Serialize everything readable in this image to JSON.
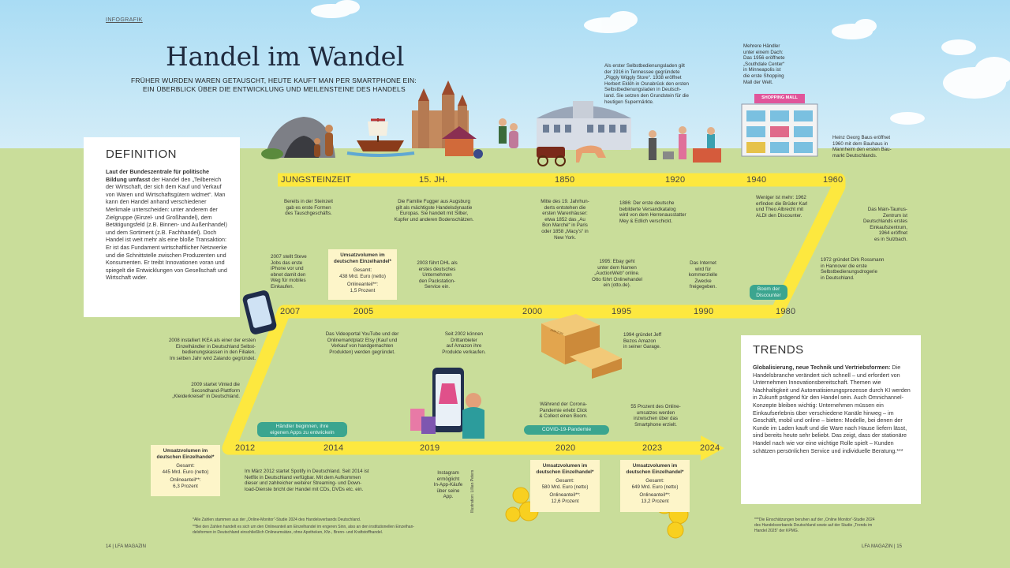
{
  "tag": "INFOGRAFIK",
  "title": "Handel im Wandel",
  "subtitle_1": "FRÜHER WURDEN WAREN GETAUSCHT, HEUTE KAUFT MAN PER SMARTPHONE EIN:",
  "subtitle_2": "EIN ÜBERBLICK ÜBER DIE ENTWICKLUNG UND MEILENSTEINE DES HANDELS",
  "definition": {
    "heading": "DEFINITION",
    "bold": "Laut der Bundeszentrale für politische Bildung umfasst",
    "text": " der Handel den „Teilbereich der Wirtschaft, der sich dem Kauf und Verkauf von Waren und Wirtschaftsgütern widmet“. Man kann den Handel anhand verschiedener Merkmale unterscheiden: unter anderem der Zielgruppe (Einzel- und Großhandel), dem Betätigungsfeld (z.B. Binnen- und Außenhandel) und dem Sortiment (z.B. Fachhandel). Doch Handel ist weit mehr als eine bloße Transaktion: Er ist das Fundament wirtschaftlicher Netzwerke und die Schnittstelle zwischen Produzenten und Konsumenten. Er treibt Innovationen voran und spiegelt die Entwicklungen von Gesellschaft und Wirtschaft wider."
  },
  "trends": {
    "heading": "TRENDS",
    "bold": "Globalisierung, neue Technik und Vertriebsformen:",
    "text": " Die Handelsbranche verändert sich schnell – und erfordert von Unternehmen Innovationsbereitschaft. Themen wie Nachhaltigkeit und Automatisierungsprozesse durch KI werden in Zukunft prägend für den Handel sein. Auch Omnichannel-Konzepte bleiben wichtig: Unternehmen müssen ein Einkaufserlebnis über verschiedene Kanäle hinweg – im Geschäft, mobil und online – bieten: Modelle, bei denen der Kunde im Laden kauft und die Ware nach Hause liefern lässt, sind bereits heute sehr beliebt. Das zeigt, dass der stationäre Handel nach wie vor eine wichtige Rolle spielt – Kunden schätzen persönlichen Service und individuelle Beratung.***"
  },
  "years_row1": [
    "JUNGSTEINZEIT",
    "15. JH.",
    "1850",
    "1920",
    "1940",
    "1960"
  ],
  "years_row2": [
    "2007",
    "2005",
    "2000",
    "1995",
    "1990",
    "1980"
  ],
  "years_row3": [
    "2012",
    "2014",
    "2019",
    "2020",
    "2023",
    "2024"
  ],
  "shop_sign": "SHOPPING MALL",
  "box_sign": "AMAZON",
  "notes": {
    "steinzeit": [
      "Bereits in der Steinzeit",
      "gab es erste Formen",
      "des Tauschgeschäfts."
    ],
    "fugger": [
      "Die Familie Fugger aus Augsburg",
      "gilt als mächtigste Handelsdynastie",
      "Europas. Sie handelt mit Silber,",
      "Kupfer und anderen Bodenschätzen."
    ],
    "warenhaeuser": [
      "Mitte des 19. Jahrhun-",
      "derts entstehen die",
      "ersten Warenhäuser:",
      "etwa 1852 das „Au",
      "Bon Marché“ in Paris",
      "oder 1858 „Macy’s“ in",
      "New York."
    ],
    "katalog": [
      "1886: Der erste deutsche",
      "bebilderte Versandkatalog",
      "wird von dem Herrenausstatter",
      "Mey & Edlich verschickt."
    ],
    "selbstbedienung": [
      "Als erster Selbstbedienungsladen gilt",
      "der 1916 in Tennessee gegründete",
      "„Piggly Wiggly Store“. 1938 eröffnet",
      "Herbert Eklöh in Osnabrück den ersten",
      "Selbstbedienungsladen in Deutsch-",
      "land. Sie setzen den Grundstein für die",
      "heutigen Supermärkte."
    ],
    "mall": [
      "Mehrere Händler",
      "unter einem Dach:",
      "Das 1956 eröffnete",
      "„Southdale Center“",
      "in Minneapolis ist",
      "die erste Shopping",
      "Mall der Welt."
    ],
    "baumarkt": [
      "Heinz Georg Baus eröffnet",
      "1960 mit dem Bauhaus in",
      "Mannheim den ersten Bau-",
      "markt Deutschlands."
    ],
    "aldi": [
      "Weniger ist mehr: 1962",
      "erfinden die Brüder Karl",
      "und Theo Albrecht mit",
      "ALDI den Discounter."
    ],
    "mtz": [
      "Das Main-Taunus-",
      "Zentrum ist",
      "Deutschlands erstes",
      "Einkaufszentrum,",
      "1964 eröffnet",
      "es in Sulzbach."
    ],
    "rossmann": [
      "1972 gründet Dirk Rossmann",
      "in Hannover die erste",
      "Selbstbedienungsdrogerie",
      "in Deutschland."
    ],
    "internet": [
      "Das Internet",
      "wird für",
      "kommerzielle",
      "Zwecke",
      "freigegeben."
    ],
    "ebay": [
      "1995: Ebay geht",
      "unter dem Namen",
      "„AuctionWeb“ online.",
      "Otto führt Onlinehandel",
      "ein (otto.de)."
    ],
    "dhl": [
      "2003 führt DHL als",
      "erstes deutsches",
      "Unternehmen",
      "den Packstation-",
      "Service ein."
    ],
    "iphone": [
      "2007 stellt Steve",
      "Jobs das erste",
      "iPhone vor und",
      "ebnet damit den",
      "Weg für mobiles",
      "Einkaufen."
    ],
    "youtube": [
      "Das Videoportal YouTube und der",
      "Onlinemarktplatz Etsy (Kauf und",
      "Verkauf von handgemachten",
      "Produkten) werden gegründet."
    ],
    "drittanbieter": [
      "Seit 2002 können",
      "Drittanbieter",
      "auf Amazon ihre",
      "Produkte verkaufen."
    ],
    "amazon": [
      "1994 gründet Jeff",
      "Bezos Amazon",
      "in seiner Garage."
    ],
    "ikea": [
      "2008 installiert IKEA als einer der ersten",
      "Einzelhändler in Deutschland Selbst-",
      "bedienungskassen in den Filialen.",
      "Im selben Jahr wird Zalando gegründet."
    ],
    "vinted": [
      "2009 startet Vinted die",
      "Secondhand-Plattform",
      "„Kleiderkreisel“ in Deutschland."
    ],
    "spotify": [
      "Im März 2012 startet Spotify in Deutschland. Seit 2014 ist",
      "Netflix in Deutschland verfügbar. Mit dem Aufkommen",
      "dieser und zahlreicher weiterer Streaming- und Down-",
      "load-Dienste bricht der Handel mit CDs, DVDs etc. ein."
    ],
    "instagram": [
      "Instagram",
      "ermöglicht",
      "In-App-Käufe",
      "über seine",
      "App."
    ],
    "corona": [
      "Während der Corona-",
      "Pandemie erlebt Click",
      "& Collect einen Boom."
    ],
    "smartphone": [
      "55 Prozent des Online-",
      "umsatzes werden",
      "inzwischen über das",
      "Smartphone erzielt."
    ]
  },
  "pills": {
    "discounter": [
      "Boom der",
      "Discounter"
    ],
    "apps": [
      "Händler beginnen, ihre",
      "eigenen Apps zu entwickeln"
    ],
    "covid": [
      "COVID-19-Pandemie"
    ]
  },
  "stats": [
    {
      "head": [
        "Umsatzvolumen im",
        "deutschen Einzelhandel*"
      ],
      "total": [
        "Gesamt:",
        "438 Mrd. Euro (netto)"
      ],
      "online": [
        "Onlineanteil**:",
        "1,5 Prozent"
      ]
    },
    {
      "head": [
        "Umsatzvolumen im",
        "deutschen Einzelhandel*"
      ],
      "total": [
        "Gesamt:",
        "445 Mrd. Euro (netto)"
      ],
      "online": [
        "Onlineanteil**:",
        "6,3 Prozent"
      ]
    },
    {
      "head": [
        "Umsatzvolumen im",
        "deutschen Einzelhandel*"
      ],
      "total": [
        "Gesamt:",
        "580 Mrd. Euro (netto)"
      ],
      "online": [
        "Onlineanteil**:",
        "12,6 Prozent"
      ]
    },
    {
      "head": [
        "Umsatzvolumen im",
        "deutschen Einzelhandel*"
      ],
      "total": [
        "Gesamt:",
        "649 Mrd. Euro (netto)"
      ],
      "online": [
        "Onlineanteil**:",
        "13,2 Prozent"
      ]
    }
  ],
  "footnote_1": "*Alle Zahlen stammen aus der „Online-Monitor“-Studie 2024 des Handelsverbands Deutschland.",
  "footnote_2a": "**Bei den Zahlen handelt es sich um den Onlineanteil am Einzelhandel im engeren Sinn, also an den institutionellen Einzelhan-",
  "footnote_2b": "delsformen in Deutschland einschließlich Onlineumsätze, ohne Apotheken, Kfz-, Brenn- und Kraftstoffhandel.",
  "footnote_3a": "***Die Einschätzungen beruhen auf der „Online Monitor“-Studie 2024",
  "footnote_3b": "des Handelsverbands Deutschland sowie auf der Studie „Trends im",
  "footnote_3c": "Handel 2025“ der KPMG.",
  "illustration_credit": "Illustration: Lillian Peters",
  "page_left": "14 | LFA MAGAZIN",
  "page_right": "LFA MAGAZIN | 15",
  "colors": {
    "sky": "#bfe4f6",
    "grass": "#c9dd9a",
    "timeline": "#fde83f",
    "pill": "#3ba58f",
    "stat_bg": "#fdf5c9"
  }
}
